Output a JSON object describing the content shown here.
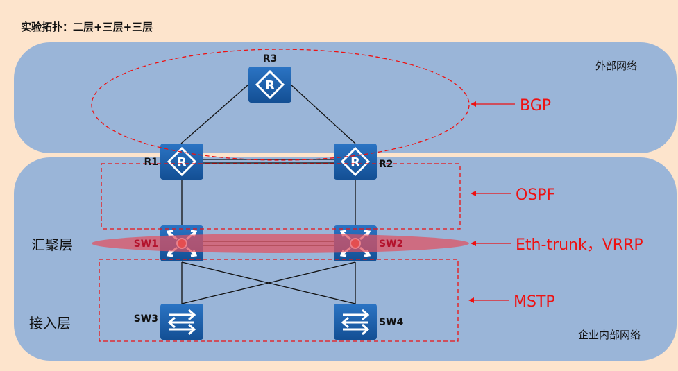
{
  "title": "实验拓扑：二层+三层+三层",
  "regions": {
    "external": "外部网络",
    "internal": "企业内部网络"
  },
  "layers": {
    "aggregation": "汇聚层",
    "access": "接入层"
  },
  "devices": {
    "r1": "R1",
    "r2": "R2",
    "r3": "R3",
    "sw1": "SW1",
    "sw2": "SW2",
    "sw3": "SW3",
    "sw4": "SW4"
  },
  "protocols": {
    "bgp": "BGP",
    "ospf": "OSPF",
    "ethtrunk": "Eth-trunk，VRRP",
    "mstp": "MSTP"
  },
  "colors": {
    "device": "#1e63b0",
    "accent": "#ee1111",
    "region": "#9ab5d8",
    "background": "#fde4cc"
  }
}
